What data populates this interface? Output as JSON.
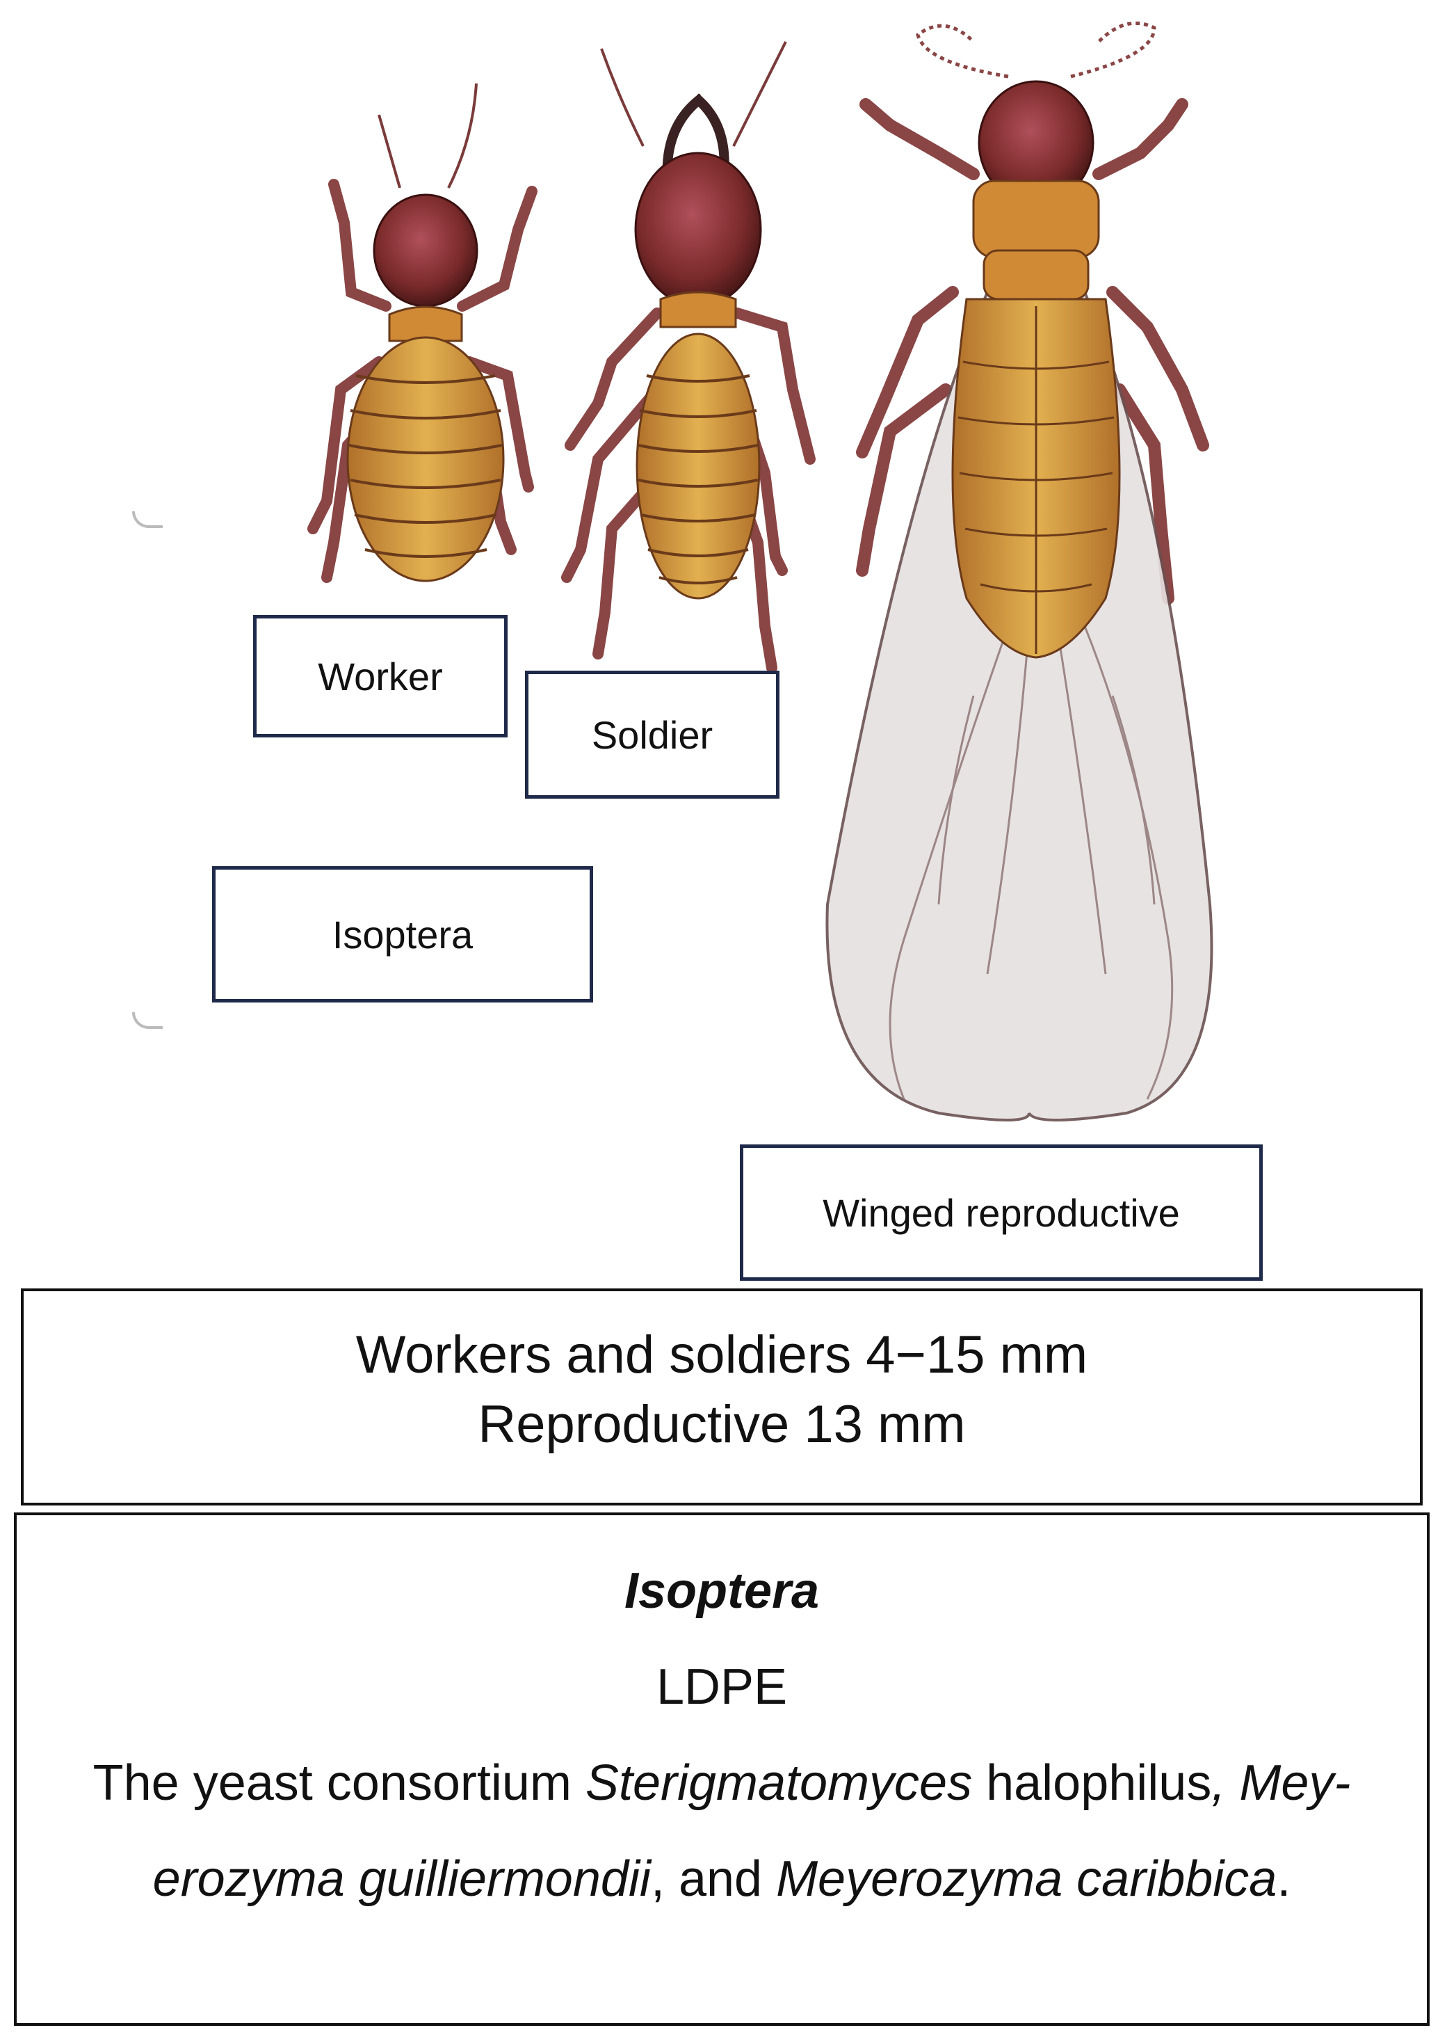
{
  "labels": {
    "worker": "Worker",
    "soldier": "Soldier",
    "order": "Isoptera",
    "winged": "Winged reproductive"
  },
  "sizes": {
    "line1": "Workers and soldiers 4−15 mm",
    "line2": "Reproductive 13 mm"
  },
  "description": {
    "taxon": "Isoptera",
    "plastic": "LDPE",
    "consortium_prefix": "The yeast consortium ",
    "species1_genus": "Sterigmatomyces",
    "species1_epithet": " halophilus",
    "sep1": ", ",
    "species2_line1": "Mey-",
    "species2_line2": "erozyma guilliermondii",
    "sep2": ", and ",
    "species3": "Meyerozyma caribbica",
    "end": "."
  },
  "colors": {
    "box_border": "#1f2a4a",
    "head": "#7a2a2a",
    "thorax": "#d08a35",
    "abdomen": "#d9a040",
    "legs": "#8a4545",
    "wings": "#ddd8d8"
  },
  "icons": [
    "worker-termite-icon",
    "soldier-termite-icon",
    "winged-reproductive-termite-icon"
  ]
}
